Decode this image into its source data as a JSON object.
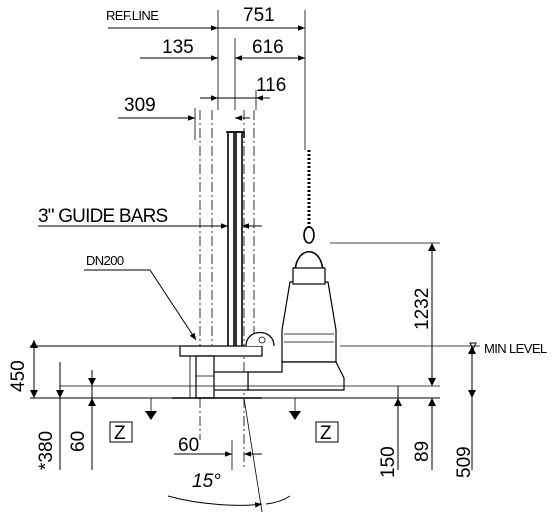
{
  "labels": {
    "ref_line": "REF.LINE",
    "guide_bars": "3\" GUIDE BARS",
    "discharge": "DN200",
    "min_level": "MIN LEVEL",
    "section_marker": "Z",
    "angle": "15°"
  },
  "dimensions": {
    "overall_width": "751",
    "left_offset": "135",
    "right_width": "616",
    "bar_spacing": "116",
    "discharge_offset": "309",
    "pump_height": "1232",
    "base_height": "450",
    "base_depth_starred": "*380",
    "base_plate": "60",
    "floor_gap": "60",
    "min_level_depth": "89",
    "lift_height": "150",
    "total_depth": "509"
  }
}
